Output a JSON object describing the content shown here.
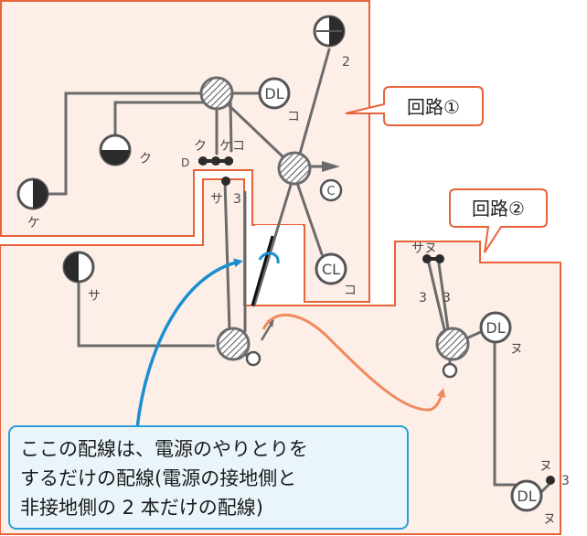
{
  "callouts": {
    "circuit1": "回路①",
    "circuit2": "回路②"
  },
  "note": {
    "line1": "ここの配線は、電源のやりとりを",
    "line2": "するだけの配線(電源の接地側と",
    "line3": "非接地側の 2 本だけの配線)"
  },
  "symbols": {
    "dl": "DL",
    "cl": "CL",
    "c": "C"
  },
  "labels": {
    "two": "2",
    "ko_top": "コ",
    "ku_light": "ク",
    "ke_light": "ケ",
    "ku_sw": "ク",
    "keko_sw": "ケコ",
    "d": "D",
    "sa_sw": "サ",
    "three_sa": "3",
    "ko_cl": "コ",
    "sa_light": "サ",
    "sanu": "サヌ",
    "three_a": "3",
    "three_b": "3",
    "nu_dl1": "ヌ",
    "nu_sw": "ヌ",
    "three_c": "3",
    "nu_dl2": "ヌ"
  },
  "colors": {
    "region_border": "#e8623a",
    "region_fill": "#fdeee8",
    "wire": "#6b6b6b",
    "orange_wire": "#f08a5d",
    "blue_arrow": "#1a8fcf",
    "note_border": "#2a9fd8",
    "note_fill": "#eaf5fb"
  }
}
